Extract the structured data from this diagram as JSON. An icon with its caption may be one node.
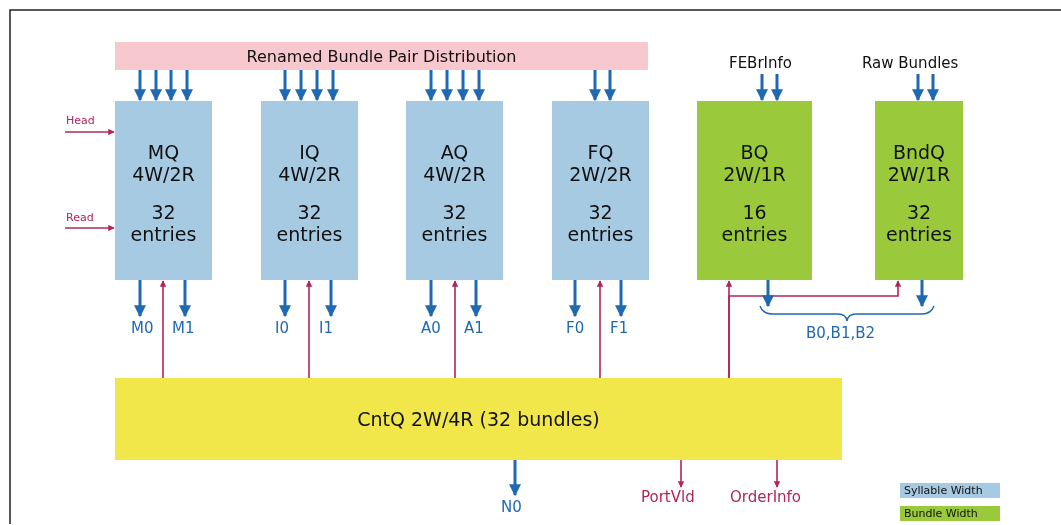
{
  "diagram": {
    "nodes": [
      {
        "text": [
          "Renamed Bundle Pair Distribution"
        ]
      },
      {
        "text": [
          "MQ 4W/2R",
          "32 entries"
        ]
      },
      {
        "text": [
          "IQ 4W/2R",
          "32 entries"
        ]
      },
      {
        "text": [
          "AQ 4W/2R",
          "32 entries"
        ]
      },
      {
        "text": [
          "FQ 2W/2R",
          "32 entries"
        ]
      },
      {
        "text": [
          "BQ 2W/1R",
          "16 entries"
        ]
      },
      {
        "text": [
          "BndQ 2W/1R",
          "32 entries"
        ]
      },
      {
        "text": [
          "CntQ 2W/4R (32 bundles)"
        ]
      },
      {
        "text": [
          "Head"
        ]
      },
      {
        "text": [
          "Read"
        ]
      },
      {
        "text": [
          "FEBrInfo"
        ]
      },
      {
        "text": [
          "Raw Bundles"
        ]
      },
      {
        "text": [
          "M0"
        ]
      },
      {
        "text": [
          "M1"
        ]
      },
      {
        "text": [
          "I0"
        ]
      },
      {
        "text": [
          "I1"
        ]
      },
      {
        "text": [
          "A0"
        ]
      },
      {
        "text": [
          "A1"
        ]
      },
      {
        "text": [
          "F0"
        ]
      },
      {
        "text": [
          "F1"
        ]
      },
      {
        "text": [
          "B0,B1,B2"
        ]
      },
      {
        "text": [
          "N0"
        ]
      },
      {
        "text": [
          "PortVld"
        ]
      },
      {
        "text": [
          "OrderInfo"
        ]
      }
    ],
    "edges": [
      {
        "from": 0,
        "to": 1,
        "arrow": "to"
      },
      {
        "from": 0,
        "to": 1,
        "arrow": "to"
      },
      {
        "from": 0,
        "to": 1,
        "arrow": "to"
      },
      {
        "from": 0,
        "to": 1,
        "arrow": "to"
      },
      {
        "from": 0,
        "to": 2,
        "arrow": "to"
      },
      {
        "from": 0,
        "to": 2,
        "arrow": "to"
      },
      {
        "from": 0,
        "to": 2,
        "arrow": "to"
      },
      {
        "from": 0,
        "to": 2,
        "arrow": "to"
      },
      {
        "from": 0,
        "to": 3,
        "arrow": "to"
      },
      {
        "from": 0,
        "to": 3,
        "arrow": "to"
      },
      {
        "from": 0,
        "to": 3,
        "arrow": "to"
      },
      {
        "from": 0,
        "to": 3,
        "arrow": "to"
      },
      {
        "from": 0,
        "to": 4,
        "arrow": "to"
      },
      {
        "from": 0,
        "to": 4,
        "arrow": "to"
      },
      {
        "from": 8,
        "to": 1,
        "arrow": "to",
        "color": "#b3245c"
      },
      {
        "from": 9,
        "to": 1,
        "arrow": "to",
        "color": "#b3245c"
      },
      {
        "from": 10,
        "to": 5,
        "arrow": "to"
      },
      {
        "from": 10,
        "to": 5,
        "arrow": "to"
      },
      {
        "from": 11,
        "to": 6,
        "arrow": "to"
      },
      {
        "from": 11,
        "to": 6,
        "arrow": "to"
      },
      {
        "from": 1,
        "to": 12,
        "arrow": "to"
      },
      {
        "from": 1,
        "to": 13,
        "arrow": "to"
      },
      {
        "from": 2,
        "to": 14,
        "arrow": "to"
      },
      {
        "from": 2,
        "to": 15,
        "arrow": "to"
      },
      {
        "from": 3,
        "to": 16,
        "arrow": "to"
      },
      {
        "from": 3,
        "to": 17,
        "arrow": "to"
      },
      {
        "from": 4,
        "to": 18,
        "arrow": "to"
      },
      {
        "from": 4,
        "to": 19,
        "arrow": "to"
      },
      {
        "from": 7,
        "to": 1,
        "arrow": "to",
        "color": "#b3245c"
      },
      {
        "from": 7,
        "to": 2,
        "arrow": "to",
        "color": "#b3245c"
      },
      {
        "from": 7,
        "to": 3,
        "arrow": "to",
        "color": "#b3245c"
      },
      {
        "from": 7,
        "to": 4,
        "arrow": "to",
        "color": "#b3245c"
      },
      {
        "from": 7,
        "to": 5,
        "arrow": "to",
        "color": "#b3245c"
      },
      {
        "from": 7,
        "to": 6,
        "arrow": "to",
        "color": "#b3245c"
      },
      {
        "from": 5,
        "to": 20,
        "arrow": "to"
      },
      {
        "from": 6,
        "to": 20,
        "arrow": "to"
      },
      {
        "from": 7,
        "to": 21,
        "arrow": "to"
      },
      {
        "from": 7,
        "to": 22,
        "arrow": "to",
        "color": "#b3245c"
      },
      {
        "from": 7,
        "to": 23,
        "arrow": "to",
        "color": "#b3245c"
      }
    ],
    "legend": [
      {
        "text": "Syllable Width",
        "color": "#a7cae3"
      },
      {
        "text": "Bundle Width",
        "color": "#9aca3c"
      }
    ]
  }
}
